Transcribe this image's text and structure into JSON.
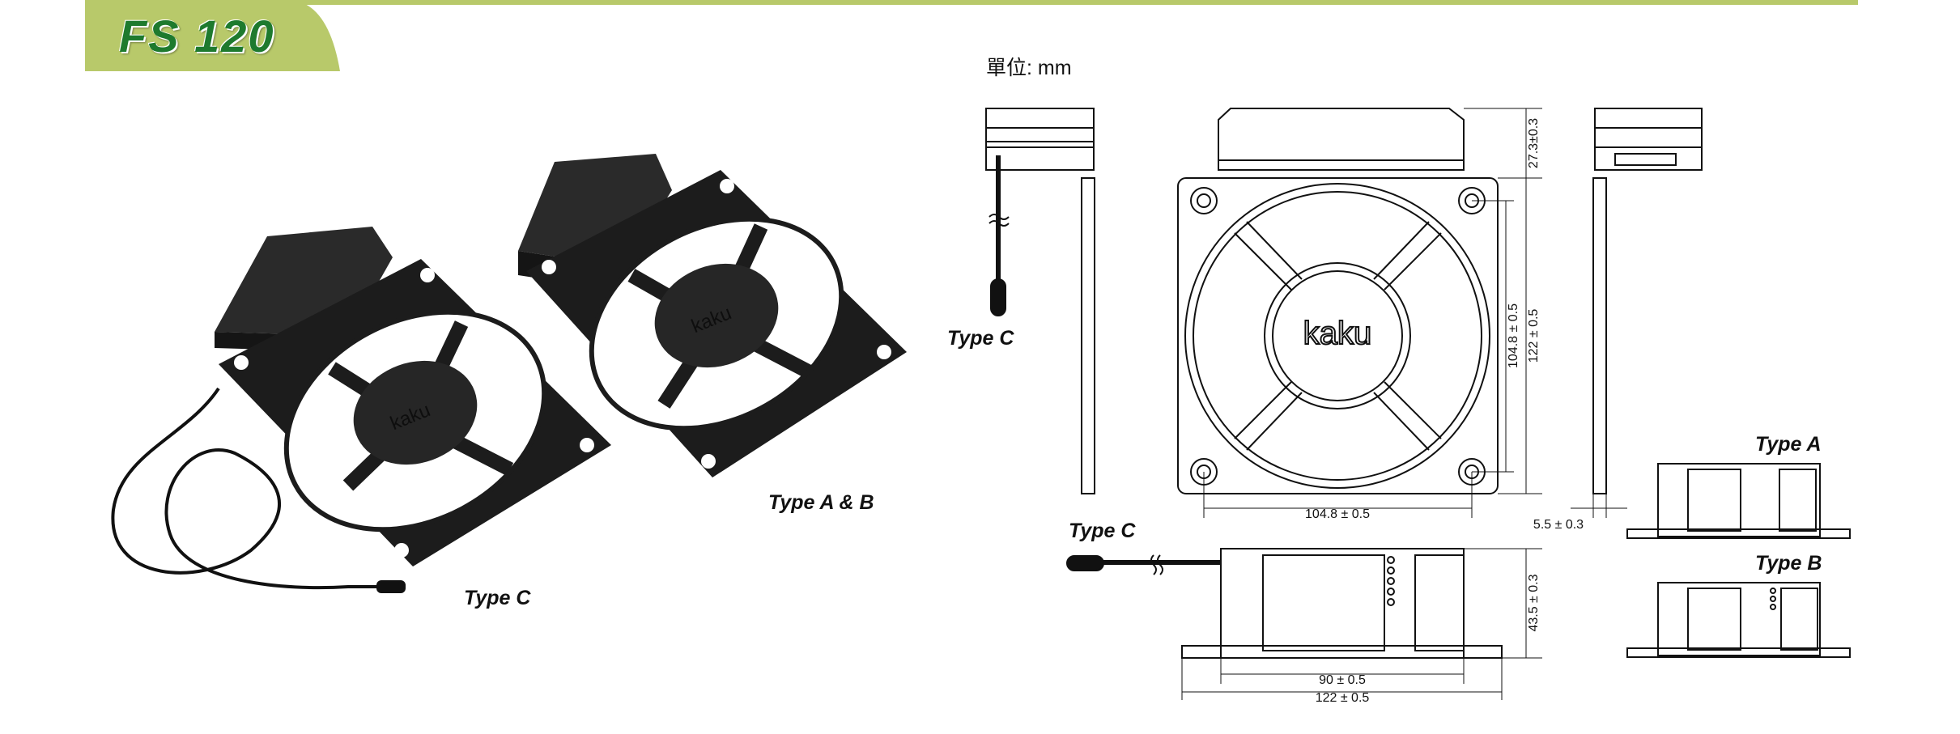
{
  "header": {
    "title": "FS 120",
    "accent_color": "#b8c96a",
    "title_color": "#1e7a2e"
  },
  "unit_label": "單位: mm",
  "photo": {
    "label_type_c": "Type C",
    "label_type_ab": "Type A & B",
    "logo_text": "kaku"
  },
  "drawing": {
    "logo_text": "kaku",
    "label_type_c_side": "Type C",
    "label_type_c_bottom": "Type C",
    "label_type_a": "Type A",
    "label_type_b": "Type B",
    "dims": {
      "height_top": "27.3±0.3",
      "hole_spacing_v": "104.8 ± 0.5",
      "outer_v": "122 ± 0.5",
      "hole_spacing_h": "104.8 ± 0.5",
      "thickness": "5.5 ± 0.3",
      "box_height": "43.5 ± 0.3",
      "box_inner_w": "90 ± 0.5",
      "box_outer_w": "122 ± 0.5"
    }
  }
}
